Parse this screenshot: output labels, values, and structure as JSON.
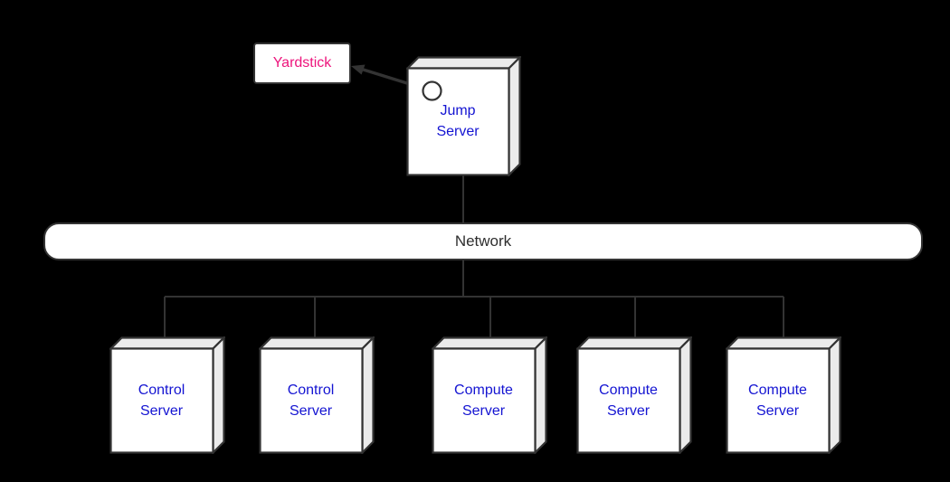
{
  "diagram": {
    "type": "deployment-topology",
    "background_color": "#000000",
    "line_color": "#333333",
    "node_front_fill": "#ffffff",
    "node_side_fill": "#ebebeb",
    "server_label_color": "#1414d2",
    "note_label_color": "#ed147c",
    "network_label_color": "#2e2e2e",
    "yardstick_note": {
      "label": "Yardstick"
    },
    "jump_server": {
      "label": "Jump Server",
      "lines": [
        "Jump",
        "Server"
      ]
    },
    "network": {
      "label": "Network"
    },
    "servers": [
      {
        "id": "control-server-1",
        "label": "Control Server",
        "lines": [
          "Control",
          "Server"
        ]
      },
      {
        "id": "control-server-2",
        "label": "Control Server",
        "lines": [
          "Control",
          "Server"
        ]
      },
      {
        "id": "compute-server-1",
        "label": "Compute Server",
        "lines": [
          "Compute",
          "Server"
        ]
      },
      {
        "id": "compute-server-2",
        "label": "Compute Server",
        "lines": [
          "Compute",
          "Server"
        ]
      },
      {
        "id": "compute-server-3",
        "label": "Compute Server",
        "lines": [
          "Compute",
          "Server"
        ]
      }
    ],
    "edges": [
      {
        "from": "jump-server-port",
        "to": "yardstick-note",
        "type": "arrow"
      },
      {
        "from": "jump-server",
        "to": "network",
        "type": "line"
      },
      {
        "from": "network",
        "to": "control-server-1",
        "type": "line"
      },
      {
        "from": "network",
        "to": "control-server-2",
        "type": "line"
      },
      {
        "from": "network",
        "to": "compute-server-1",
        "type": "line"
      },
      {
        "from": "network",
        "to": "compute-server-2",
        "type": "line"
      },
      {
        "from": "network",
        "to": "compute-server-3",
        "type": "line"
      }
    ]
  }
}
